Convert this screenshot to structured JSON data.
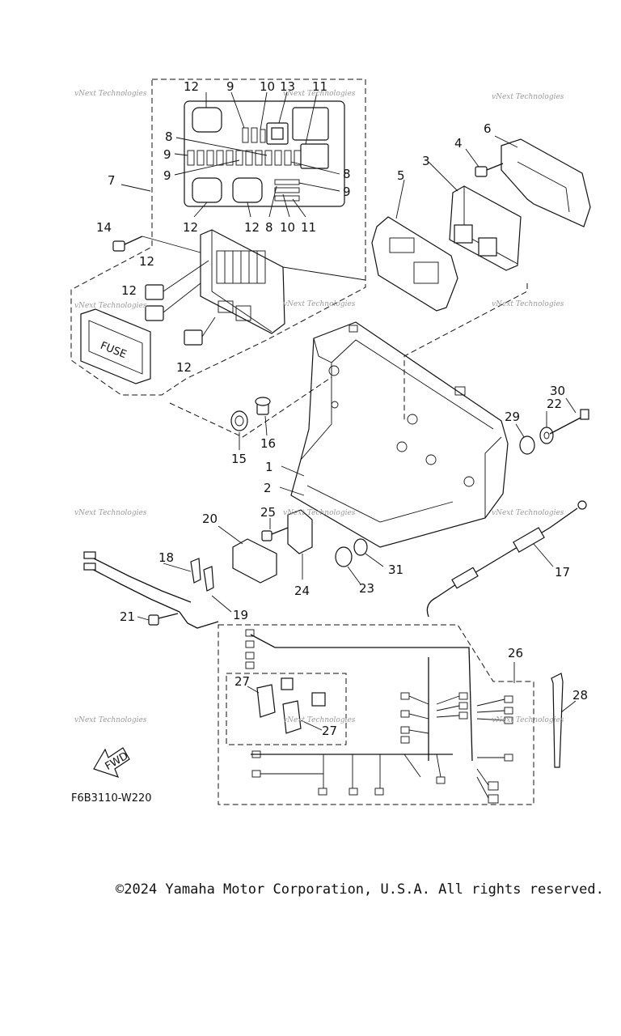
{
  "diagram": {
    "callouts": [
      "1",
      "2",
      "3",
      "4",
      "5",
      "6",
      "7",
      "8",
      "9",
      "10",
      "11",
      "12",
      "13",
      "14",
      "15",
      "16",
      "17",
      "18",
      "19",
      "20",
      "21",
      "22",
      "23",
      "24",
      "25",
      "26",
      "27",
      "28",
      "29",
      "30",
      "31"
    ],
    "fuse_label": "FUSE",
    "fwd_label": "FWD",
    "figure_code": "F6B3110-W220",
    "watermark": "vNext Technologies"
  },
  "footer": {
    "copyright": "©2024 Yamaha Motor Corporation, U.S.A. All rights reserved."
  }
}
